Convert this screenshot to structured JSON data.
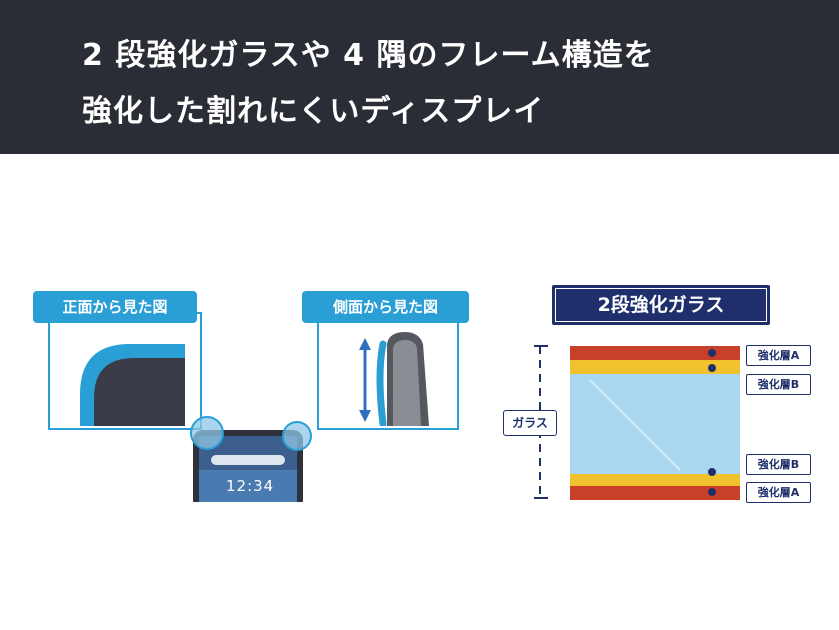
{
  "header": {
    "line1": "2 段強化ガラスや 4 隅のフレーム構造を",
    "line2": "強化した割れにくいディスプレイ"
  },
  "front_view": {
    "label": "正面から見た図"
  },
  "side_view": {
    "label": "側面から見た図"
  },
  "phone": {
    "time": "12:34"
  },
  "glass_diagram": {
    "title": "2段強化ガラス",
    "glass_label": "ガラス",
    "layers": [
      "強化層A",
      "強化層B",
      "強化層B",
      "強化層A"
    ]
  },
  "colors": {
    "header_bg": "#2b2d36",
    "accent_blue": "#2a9fd6",
    "navy": "#1f2f6b",
    "layer_red": "#c9402a",
    "layer_yellow": "#f2c12e"
  }
}
